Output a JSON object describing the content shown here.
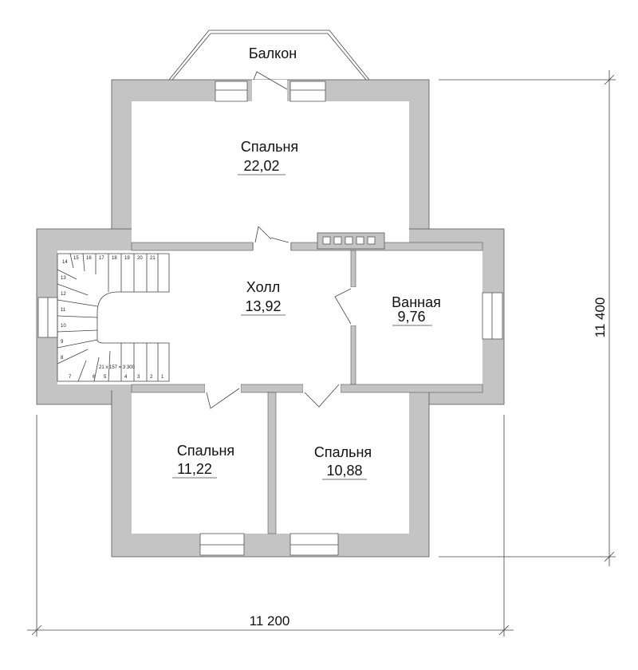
{
  "rooms": {
    "balcony": {
      "name": "Балкон"
    },
    "bedroom_top": {
      "name": "Спальня",
      "area": "22,02"
    },
    "hall": {
      "name": "Холл",
      "area": "13,92"
    },
    "bathroom": {
      "name": "Ванная",
      "area": "9,76"
    },
    "bedroom_left": {
      "name": "Спальня",
      "area": "11,22"
    },
    "bedroom_right": {
      "name": "Спальня",
      "area": "10,88"
    }
  },
  "dimensions": {
    "width": "11 200",
    "height": "11 400"
  },
  "stairs": {
    "note": "21 x 157 = 3 300",
    "steps_top": [
      "14",
      "15",
      "16",
      "17",
      "18",
      "19",
      "20",
      "21"
    ],
    "steps_left": [
      "13",
      "12",
      "11",
      "10",
      "9",
      "8"
    ],
    "steps_bottom": [
      "7",
      "6",
      "5",
      "4",
      "3",
      "2",
      "1"
    ]
  },
  "colors": {
    "wall": "#c4c4c4",
    "line": "#444444"
  }
}
